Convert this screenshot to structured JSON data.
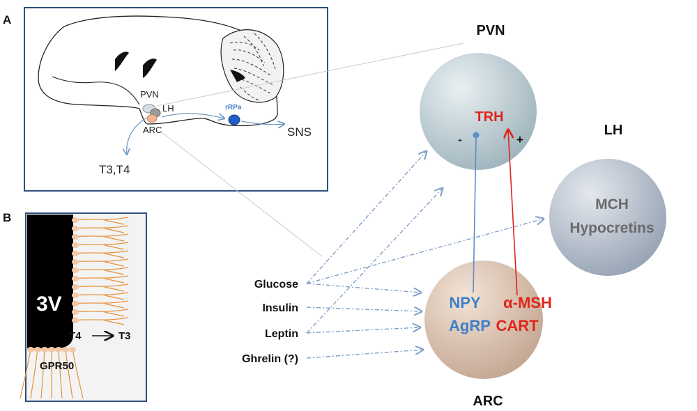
{
  "panel_a": {
    "letter": "A",
    "labels": {
      "pvn": "PVN",
      "lh": "LH",
      "arc": "ARC",
      "rrpa": "rRPa",
      "sns": "SNS",
      "t3t4": "T3,T4"
    }
  },
  "panel_b": {
    "letter": "B",
    "ventricle": "3V",
    "conversion_from": "T4",
    "conversion_to": "T3",
    "receptor": "GPR50"
  },
  "nuclei": {
    "pvn": {
      "title": "PVN",
      "content": "TRH",
      "minus": "-",
      "plus": "+"
    },
    "lh": {
      "title": "LH",
      "line1": "MCH",
      "line2": "Hypocretins"
    },
    "arc": {
      "title": "ARC",
      "npy": "NPY",
      "agrp": "AgRP",
      "amsh": "α-MSH",
      "cart": "CART"
    }
  },
  "signals": [
    "Glucose",
    "Insulin",
    "Leptin",
    "Ghrelin (?)"
  ],
  "colors": {
    "blue": "#3f7fc8",
    "red": "#e0241b",
    "frame": "#2f4f7f",
    "orange": "#e8913a",
    "dash": "#7f9fc7"
  }
}
